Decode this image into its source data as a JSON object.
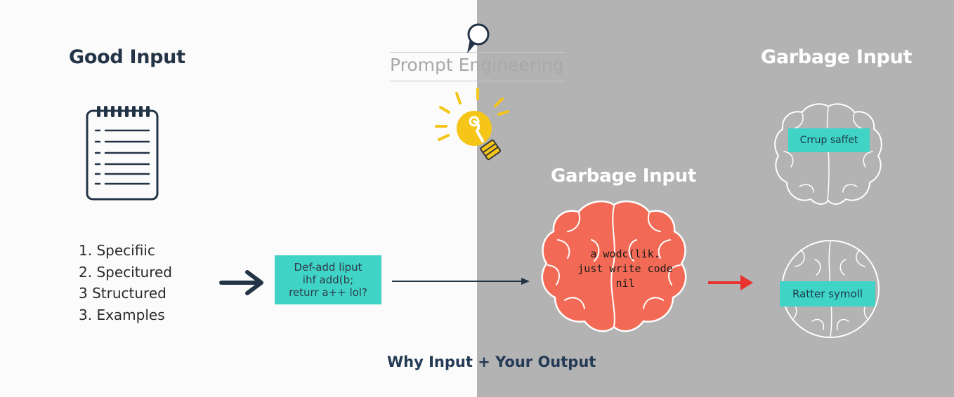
{
  "headings": {
    "good": "Good Input",
    "center": "Prompt Engineering",
    "garbage_mid": "Garbage Input",
    "garbage_right": "Garbage Input"
  },
  "good_list": [
    "1. Specifiic",
    "2. Specitured",
    "3 Structured",
    "3. Examples"
  ],
  "code_box": [
    "Def-add liput",
    "ihf add(b;",
    "returr a++ lol?"
  ],
  "brain_text": [
    "a wodc(lik.",
    "just write code",
    "nil"
  ],
  "brain_labels": {
    "top": "Crrup saffet",
    "bottom": "Ratter symoll"
  },
  "caption": "Why Input + Your Output",
  "icons": [
    "notepad-icon",
    "lightbulb-icon",
    "search-icon",
    "brain-icon",
    "arrow-right-icon"
  ],
  "colors": {
    "good_bg": "#fbfbfb",
    "garbage_bg": "#b3b3b3",
    "navy": "#243447",
    "teal": "#3fd4c5",
    "coral_brain": "#f26a55",
    "red_arrow": "#e8332e",
    "bulb_yellow": "#f5c518"
  }
}
